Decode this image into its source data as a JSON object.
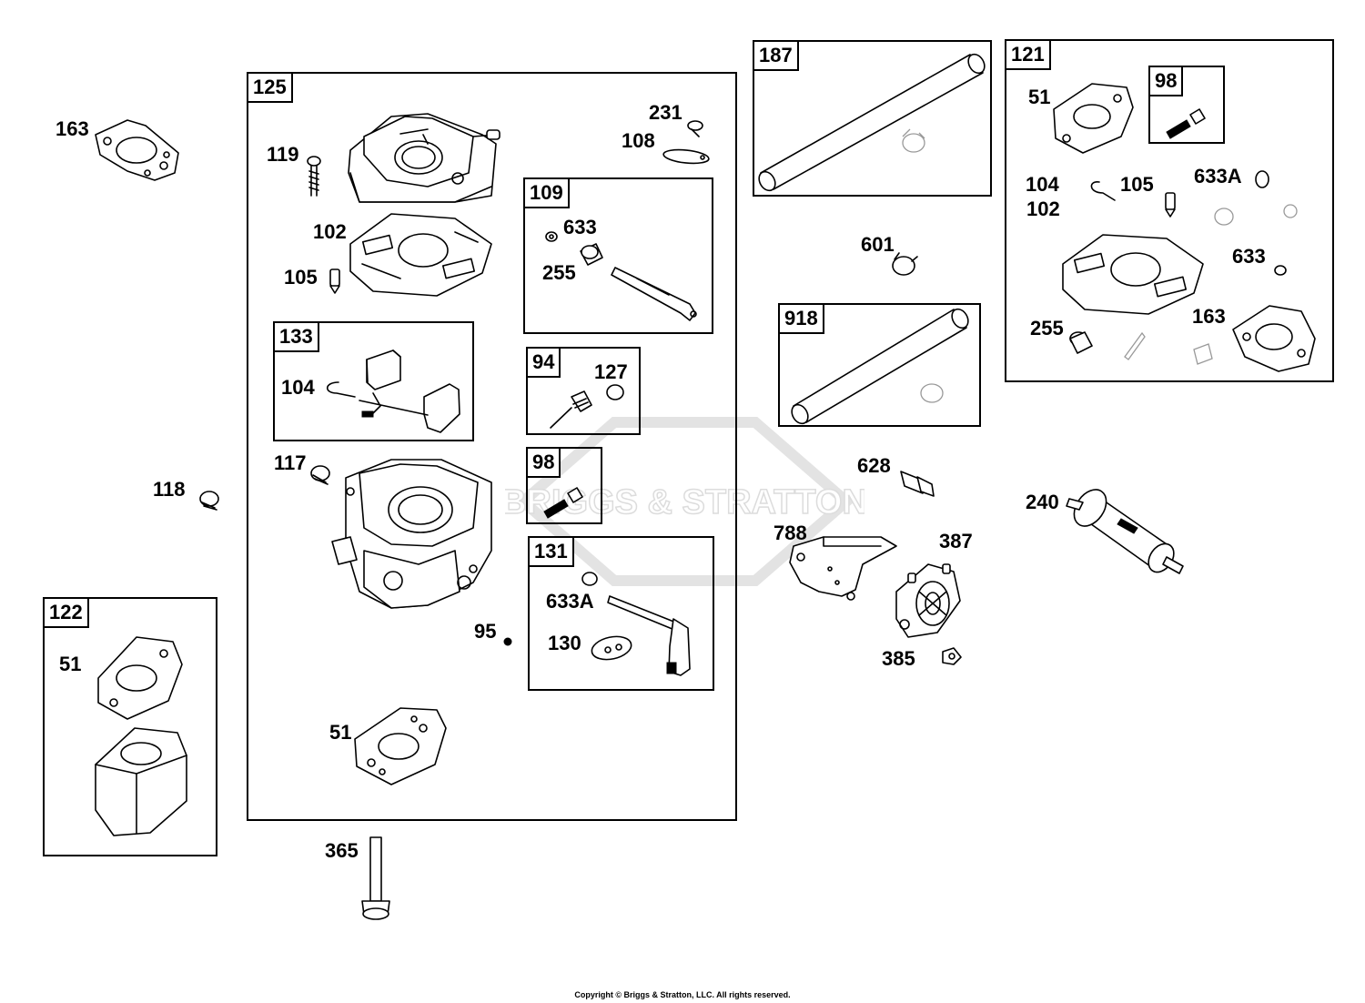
{
  "diagram": {
    "copyright": "Copyright © Briggs & Stratton, LLC. All rights reserved.",
    "watermark": "BRIGGS & STRATTON",
    "groups": [
      {
        "id": "125",
        "label": "125"
      },
      {
        "id": "109",
        "label": "109"
      },
      {
        "id": "133",
        "label": "133"
      },
      {
        "id": "94",
        "label": "94"
      },
      {
        "id": "98a",
        "label": "98"
      },
      {
        "id": "131",
        "label": "131"
      },
      {
        "id": "122",
        "label": "122"
      },
      {
        "id": "187",
        "label": "187"
      },
      {
        "id": "918",
        "label": "918"
      },
      {
        "id": "121",
        "label": "121"
      },
      {
        "id": "98b",
        "label": "98"
      }
    ],
    "parts": {
      "p163a": "163",
      "p119": "119",
      "p102a": "102",
      "p105a": "105",
      "p231": "231",
      "p108": "108",
      "p633a": "633",
      "p255a": "255",
      "p104a": "104",
      "p127": "127",
      "p117": "117",
      "p118": "118",
      "p633A_a": "633A",
      "p130": "130",
      "p95": "95",
      "p51a": "51",
      "p51b": "51",
      "p365": "365",
      "p601": "601",
      "p628": "628",
      "p788": "788",
      "p387": "387",
      "p385": "385",
      "p240": "240",
      "p51c": "51",
      "p104b": "104",
      "p105b": "105",
      "p633A_b": "633A",
      "p102b": "102",
      "p633b": "633",
      "p255b": "255",
      "p163b": "163"
    }
  }
}
